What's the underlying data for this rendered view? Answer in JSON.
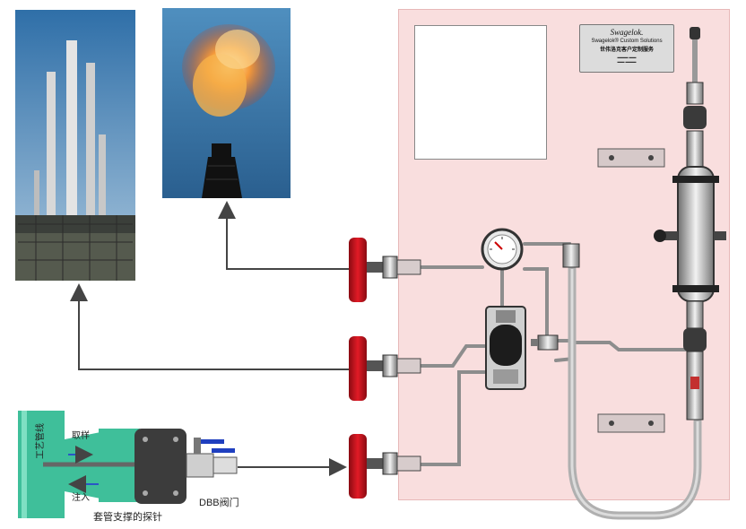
{
  "nameplate": {
    "brand": "Swagelok.",
    "subtitle": "Swagelok® Custom Solutions",
    "chinese": "世伟洛克客户定制服务"
  },
  "probe_labels": {
    "sample": "取样",
    "inject": "注入",
    "pipe": "工艺管线",
    "probe": "套管支撑的探针",
    "dbb": "DBB阀门"
  },
  "colors": {
    "panel": "#f9dede",
    "valve_red": "#d3151f",
    "arrow": "#444444",
    "pipe_green": "#3fbf9a"
  }
}
